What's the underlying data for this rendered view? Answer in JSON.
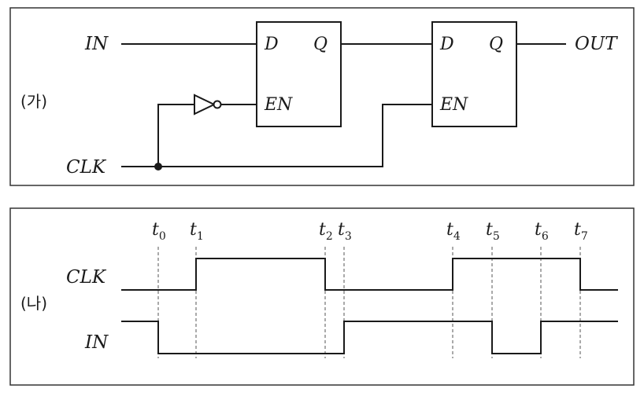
{
  "circuit": {
    "panel_label": "(가)",
    "input_label": "IN",
    "output_label": "OUT",
    "clock_label": "CLK",
    "latch1": {
      "d_pin": "D",
      "q_pin": "Q",
      "en_pin": "EN"
    },
    "latch2": {
      "d_pin": "D",
      "q_pin": "Q",
      "en_pin": "EN"
    }
  },
  "timing": {
    "panel_label": "(나)",
    "time_marks": [
      {
        "base": "t",
        "sub": "0"
      },
      {
        "base": "t",
        "sub": "1"
      },
      {
        "base": "t",
        "sub": "2"
      },
      {
        "base": "t",
        "sub": "3"
      },
      {
        "base": "t",
        "sub": "4"
      },
      {
        "base": "t",
        "sub": "5"
      },
      {
        "base": "t",
        "sub": "6"
      },
      {
        "base": "t",
        "sub": "7"
      }
    ],
    "signals": [
      {
        "label": "CLK",
        "initial_level": 0,
        "transitions_at": [
          1,
          2,
          4,
          7
        ]
      },
      {
        "label": "IN",
        "initial_level": 1,
        "transitions_at": [
          0,
          3,
          5,
          6
        ]
      }
    ]
  },
  "colors": {
    "ink": "#1a1a1a",
    "frame": "#333333",
    "guide": "#555555"
  }
}
